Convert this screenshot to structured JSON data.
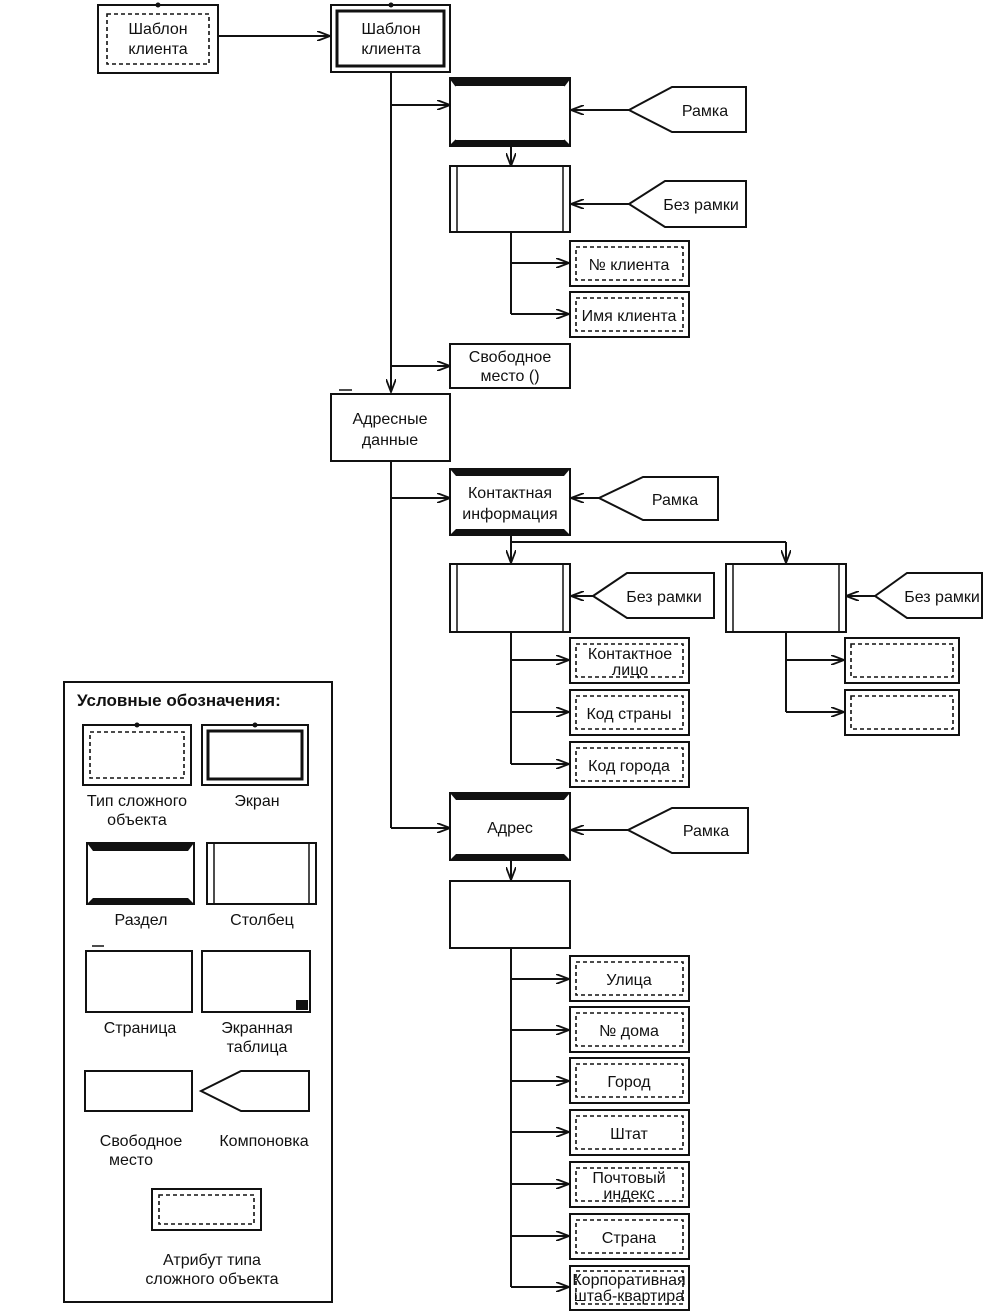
{
  "nodes": {
    "template_left": [
      "Шаблон",
      "клиента"
    ],
    "template_screen": [
      "Шаблон",
      "клиента"
    ],
    "frame1": "Рамка",
    "no_frame1": "Без рамки",
    "customer_no": "№ клиента",
    "customer_name": "Имя клиента",
    "free_space": [
      "Свободное",
      "место ()"
    ],
    "address_data": [
      "Адресные",
      "данные"
    ],
    "contact_info": [
      "Контактная",
      "информация"
    ],
    "frame2": "Рамка",
    "no_frame2": "Без рамки",
    "no_frame3": "Без рамки",
    "contact_person": [
      "Контактное",
      "лицо"
    ],
    "country_code": "Код страны",
    "city_code": "Код города",
    "address": "Адрес",
    "frame3": "Рамка",
    "street": "Улица",
    "house_no": "№ дома",
    "city": "Город",
    "state": "Штат",
    "postal_code": [
      "Почтовый",
      "индекс"
    ],
    "country": "Страна",
    "corporate_hq": [
      "Корпоративная",
      "штаб-квартира"
    ]
  },
  "legend": {
    "title": "Условные обозначения:",
    "complex_type": [
      "Тип сложного",
      "объекта"
    ],
    "screen": "Экран",
    "section": "Раздел",
    "column": "Столбец",
    "page": "Страница",
    "screen_table": [
      "Экранная",
      "таблица"
    ],
    "free_space": [
      "Свободное",
      "место"
    ],
    "layout": "Компоновка",
    "attribute": [
      "Атрибут типа",
      "сложного объекта"
    ]
  }
}
